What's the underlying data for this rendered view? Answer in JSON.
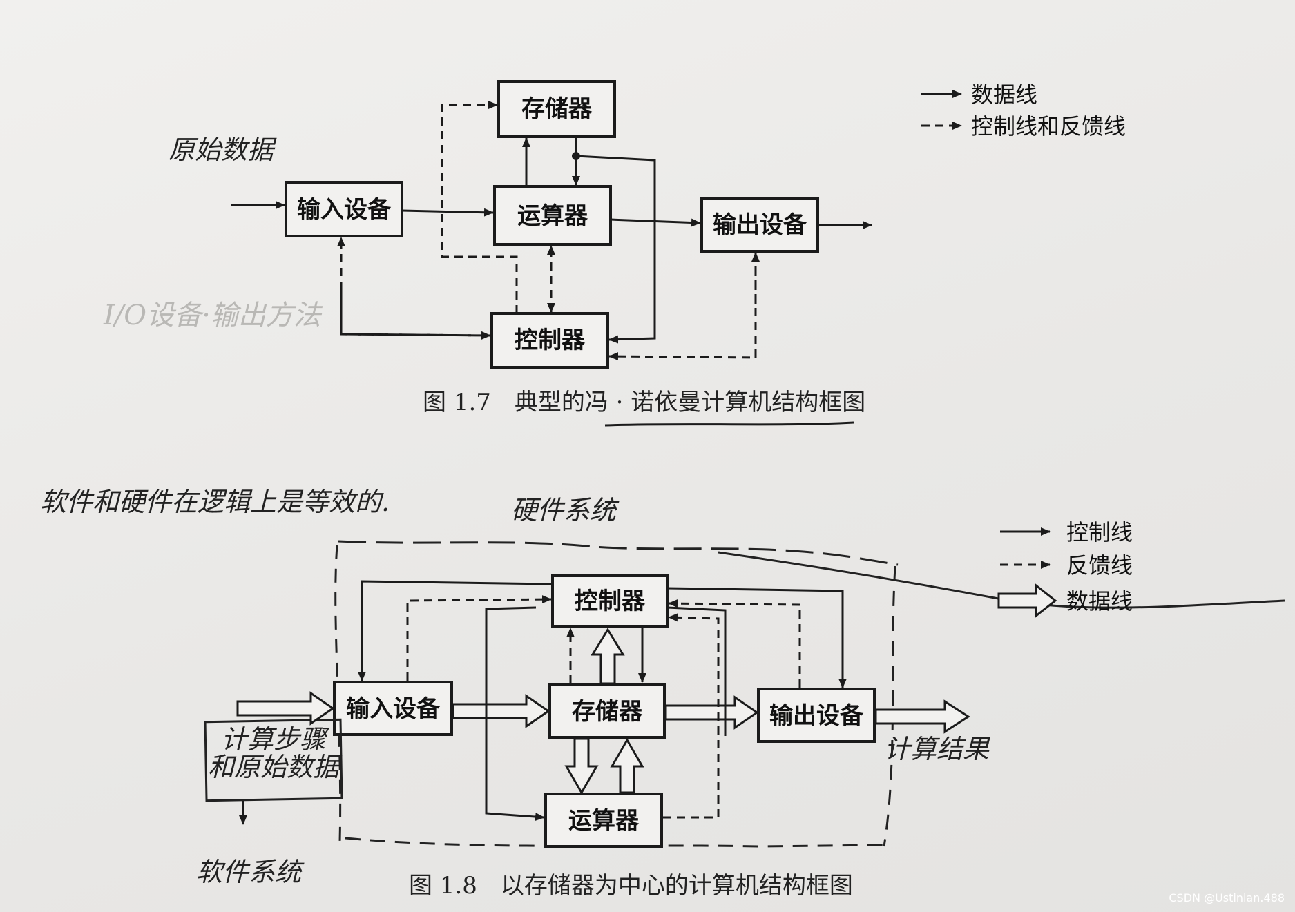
{
  "figure_1_7": {
    "nodes": {
      "memory": "存储器",
      "alu": "运算器",
      "input": "输入设备",
      "output": "输出设备",
      "control": "控制器"
    },
    "legend": {
      "data_line": "数据线",
      "control_feedback_line": "控制线和反馈线"
    },
    "annotation_raw_data": "原始数据",
    "caption": "图 1.7　典型的冯 · 诺依曼计算机结构框图"
  },
  "figure_1_8": {
    "nodes": {
      "control": "控制器",
      "input": "输入设备",
      "memory": "存储器",
      "output": "输出设备",
      "alu": "运算器"
    },
    "legend": {
      "control_line": "控制线",
      "feedback_line": "反馈线",
      "data_line": "数据线"
    },
    "program_box": [
      "计算步骤",
      "和原始数据"
    ],
    "result_label": "计算结果",
    "annotation_logic": "软件和硬件在逻辑上是等效的.",
    "annotation_hardware": "硬件系统",
    "annotation_software": "软件系统",
    "caption": "图 1.8　以存储器为中心的计算机结构框图"
  },
  "watermark": "CSDN @Ustinian.488"
}
